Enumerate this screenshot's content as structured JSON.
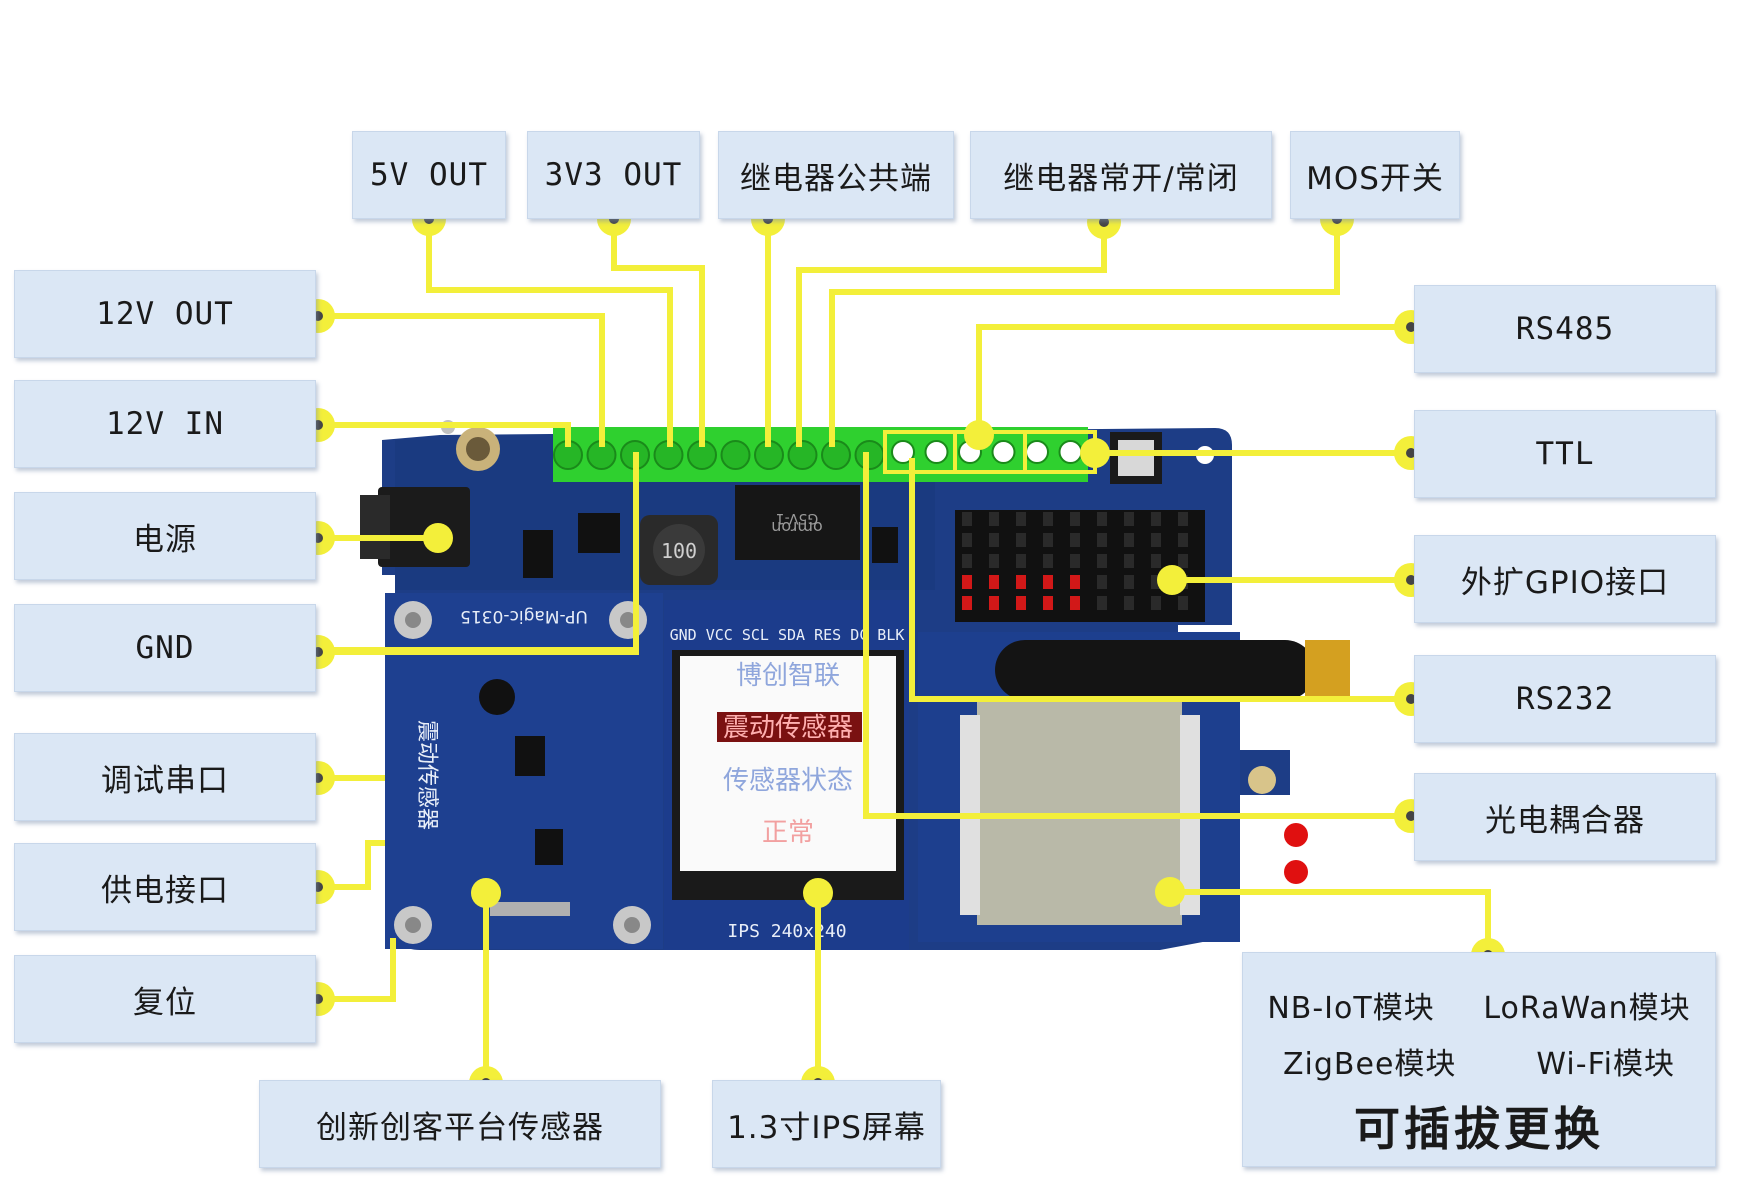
{
  "labels": {
    "out5v": "5V OUT",
    "out3v3": "3V3 OUT",
    "relay_common": "继电器公共端",
    "relay_no_nc": "继电器常开/常闭",
    "mos_switch": "MOS开关",
    "out12v": "12V OUT",
    "in12v": "12V IN",
    "power": "电源",
    "gnd": "GND",
    "debug_uart": "调试串口",
    "power_port": "供电接口",
    "reset": "复位",
    "rs485": "RS485",
    "ttl": "TTL",
    "gpio_ext": "外扩GPIO接口",
    "rs232": "RS232",
    "optocoupler": "光电耦合器",
    "sensor": "创新创客平台传感器",
    "screen": "1.3寸IPS屏幕"
  },
  "modules": {
    "nbiot": "NB-IoT模块",
    "lorawan": "LoRaWan模块",
    "zigbee": "ZigBee模块",
    "wifi": "Wi-Fi模块",
    "swappable": "可插拔更换"
  },
  "lcd": {
    "line1": "博创智联",
    "line2": "震动传感器",
    "line3": "传感器状态",
    "line4": "正常"
  },
  "pcb": {
    "board_name": "UP-Magic-0315",
    "sensor_name": "震动传感器",
    "lcd_pins": "GND VCC SCL SDA RES DC BLK",
    "screen_caption": "IPS 240x240",
    "relay_brand": "omron",
    "relay_model": "G5V-1",
    "inductor": "100"
  },
  "colors": {
    "leader": "#f3ef3a",
    "label_bg": "#dbe7f5",
    "pcb": "#1e3f8a",
    "terminal": "#2fd02f"
  }
}
